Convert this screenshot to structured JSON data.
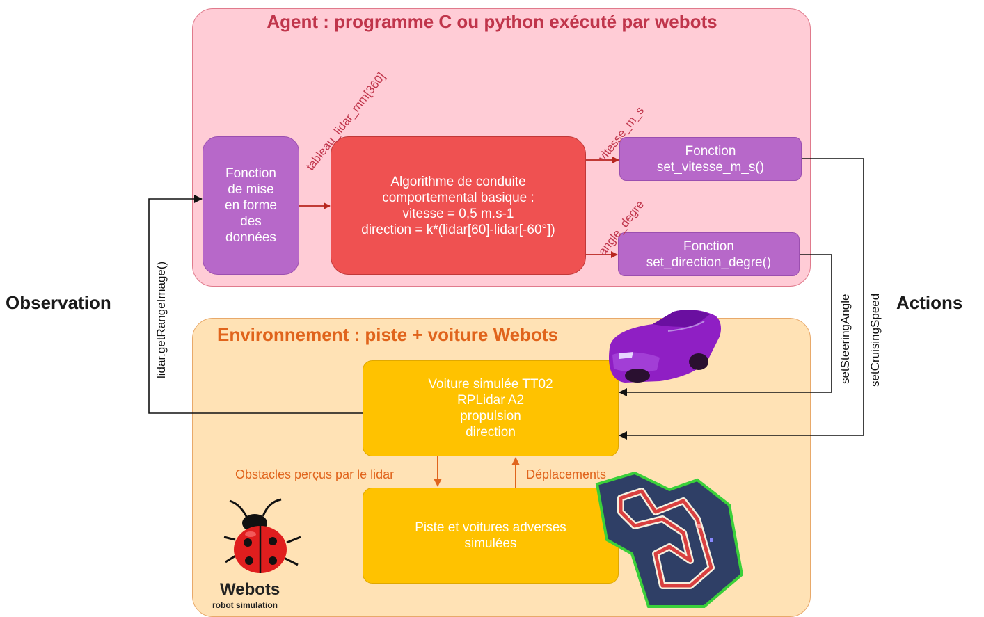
{
  "agent": {
    "title": "Agent : programme C ou python exécuté par webots",
    "format_box": "Fonction\nde mise\nen forme\ndes\ndonnées",
    "algo_box": "Algorithme de conduite\ncomportemental basique :\nvitesse = 0,5 m.s-1\ndirection = k*(lidar[60]-lidar[-60°])",
    "vitesse_box": "Fonction\nset_vitesse_m_s()",
    "direction_box": "Fonction\nset_direction_degre()"
  },
  "environment": {
    "title": "Environnement : piste + voiture Webots",
    "voiture_box": "Voiture simulée TT02\nRPLidar A2\npropulsion\ndirection",
    "piste_box": "Piste et voitures adverses\nsimulées"
  },
  "edges": {
    "tableau": "tableau_lidar_mm[360]",
    "vitesse": "vitesse_m_s",
    "angle": "angle_degre",
    "get_range": "lidar.getRangeImage()",
    "steering": "setSteeringAngle",
    "cruising": "setCruisingSpeed",
    "obstacles": "Obstacles perçus par le lidar",
    "deplacements": "Déplacements"
  },
  "sides": {
    "observation": "Observation",
    "actions": "Actions"
  },
  "logo": {
    "name": "Webots",
    "tagline": "robot simulation"
  },
  "colors": {
    "agent_bg": "#ffccd6",
    "env_bg": "#ffe2b5",
    "purple": "#b768c9",
    "red": "#ef5151",
    "yellow": "#ffc200",
    "agent_title": "#c0354b",
    "env_title": "#e0641c"
  }
}
